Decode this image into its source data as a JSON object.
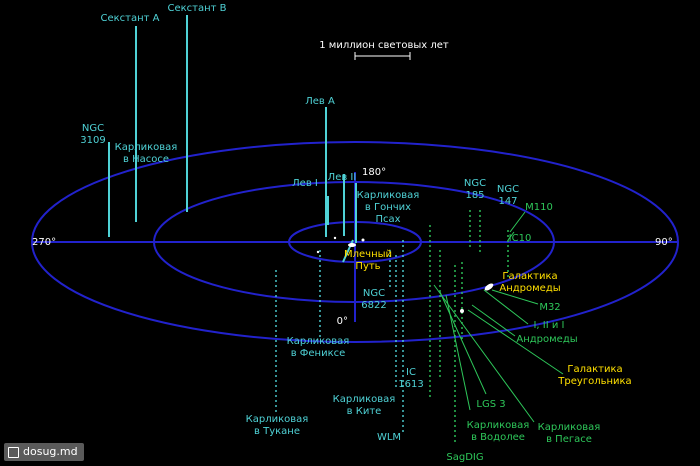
{
  "colors": {
    "background": "#000000",
    "orbit": "#2222cc",
    "milky_way_group": "#4fd2d6",
    "andromeda_group": "#2ec75a",
    "highlight": "#ffe000",
    "white": "#ffffff"
  },
  "scale": {
    "label": "1 миллион световых лет"
  },
  "angles": {
    "top": "180°",
    "bottom": "0°",
    "left": "270°",
    "right": "90°"
  },
  "labels": [
    {
      "id": "sextans-a",
      "lines": [
        "Секстант A"
      ],
      "color": "cyan"
    },
    {
      "id": "sextans-b",
      "lines": [
        "Секстант B"
      ],
      "color": "cyan"
    },
    {
      "id": "ngc3109",
      "lines": [
        "NGC",
        "3109"
      ],
      "color": "cyan"
    },
    {
      "id": "antlia",
      "lines": [
        "Карликовая",
        "в Насосе"
      ],
      "color": "cyan"
    },
    {
      "id": "leo-a",
      "lines": [
        "Лев A"
      ],
      "color": "cyan"
    },
    {
      "id": "leo-i",
      "lines": [
        "Лев I"
      ],
      "color": "cyan"
    },
    {
      "id": "leo-ii",
      "lines": [
        "Лев II"
      ],
      "color": "cyan"
    },
    {
      "id": "canes",
      "lines": [
        "Карликовая",
        "в Гончих",
        "Псах"
      ],
      "color": "cyan"
    },
    {
      "id": "milky-way",
      "lines": [
        "Млечный",
        "Путь"
      ],
      "color": "yellow"
    },
    {
      "id": "ngc6822",
      "lines": [
        "NGC",
        "6822"
      ],
      "color": "cyan"
    },
    {
      "id": "phoenix",
      "lines": [
        "Карликовая",
        "в Фениксе"
      ],
      "color": "cyan"
    },
    {
      "id": "tucana",
      "lines": [
        "Карликовая",
        "в Тукане"
      ],
      "color": "cyan"
    },
    {
      "id": "cetus",
      "lines": [
        "Карликовая",
        "в Ките"
      ],
      "color": "cyan"
    },
    {
      "id": "wlm",
      "lines": [
        "WLM"
      ],
      "color": "cyan"
    },
    {
      "id": "ic1613",
      "lines": [
        "IC",
        "1613"
      ],
      "color": "cyan"
    },
    {
      "id": "ngc185",
      "lines": [
        "NGC",
        "185"
      ],
      "color": "cyan"
    },
    {
      "id": "ngc147",
      "lines": [
        "NGC",
        "147"
      ],
      "color": "cyan"
    },
    {
      "id": "m110",
      "lines": [
        "M110"
      ],
      "color": "green"
    },
    {
      "id": "ic10",
      "lines": [
        "IC10"
      ],
      "color": "green"
    },
    {
      "id": "andromeda",
      "lines": [
        "Галактика",
        "Андромеды"
      ],
      "color": "yellow"
    },
    {
      "id": "m32",
      "lines": [
        "M32"
      ],
      "color": "green"
    },
    {
      "id": "and-i-ii-iii",
      "lines": [
        "I, II и I"
      ],
      "color": "green"
    },
    {
      "id": "andromeda-dw",
      "lines": [
        "Андромеды"
      ],
      "color": "green"
    },
    {
      "id": "triangulum",
      "lines": [
        "Галактика",
        "Треугольника"
      ],
      "color": "yellow"
    },
    {
      "id": "lgs3",
      "lines": [
        "LGS 3"
      ],
      "color": "green"
    },
    {
      "id": "aquarius",
      "lines": [
        "Карликовая",
        "в Водолее"
      ],
      "color": "green"
    },
    {
      "id": "sagdig",
      "lines": [
        "SagDIG"
      ],
      "color": "green"
    },
    {
      "id": "pegasus",
      "lines": [
        "Карликовая",
        "в Пегасе"
      ],
      "color": "green"
    }
  ],
  "watermark": {
    "text": "dosug.md"
  }
}
